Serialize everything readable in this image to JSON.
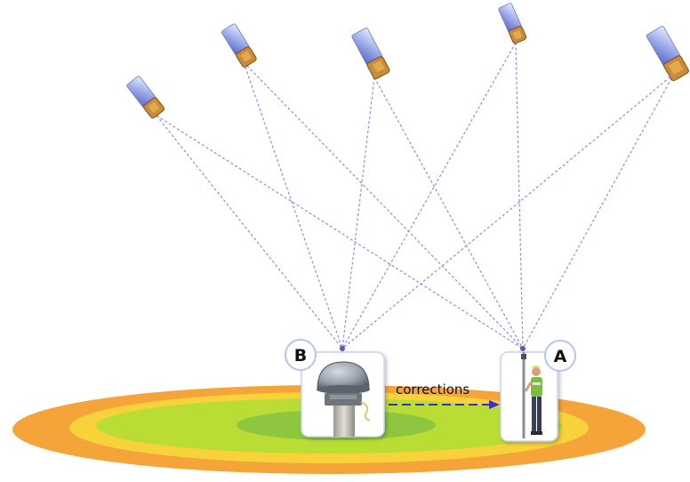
{
  "diagram": {
    "labels": {
      "base": "B",
      "rover": "A",
      "link": "corrections"
    },
    "satellite_count": 5,
    "colors": {
      "ground_outer": "#f5a43a",
      "ground_mid": "#f8d23a",
      "ground_inner": "#b9dd35",
      "ground_core": "#8dc63f",
      "signal_lines": "#8e8ed8",
      "arrow": "#3b2fbf",
      "label_circle_border": "#b6c6ea"
    },
    "icons": [
      "satellite-icon",
      "base-station-antenna-icon",
      "surveyor-rover-icon"
    ]
  }
}
